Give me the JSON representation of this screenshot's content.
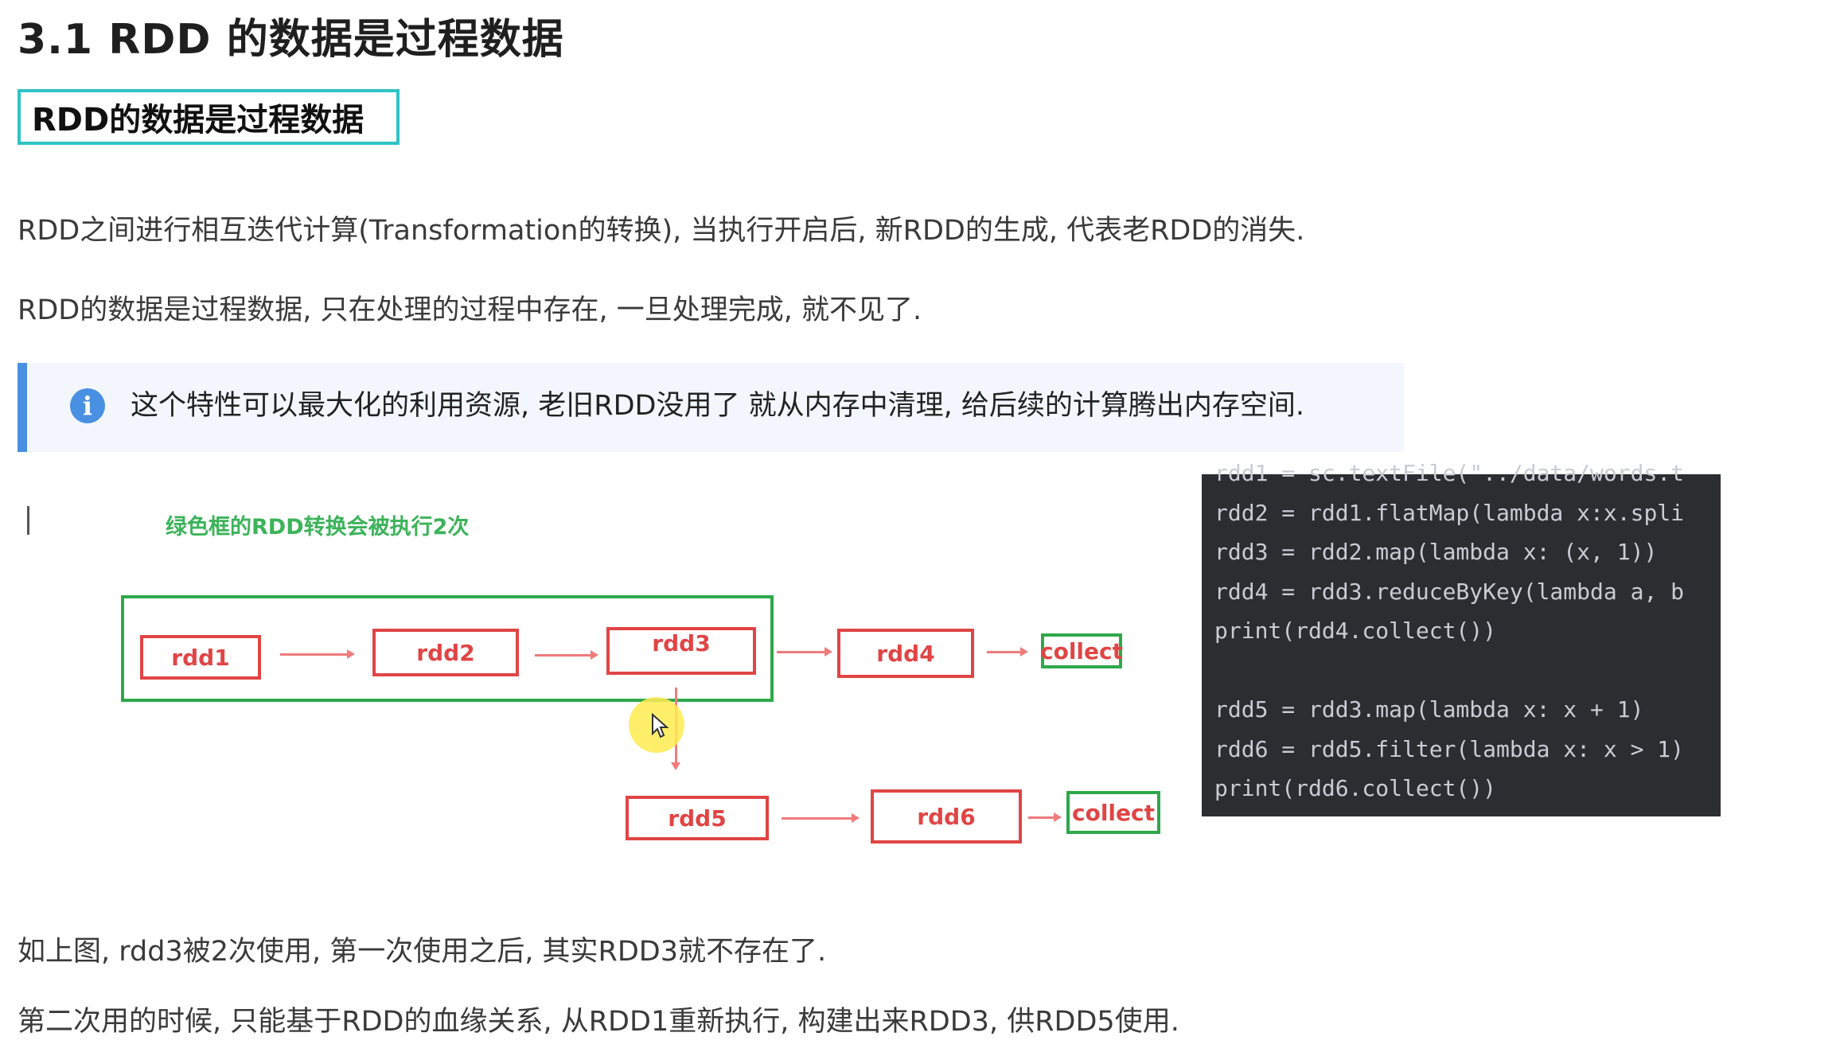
{
  "heading": "3.1 RDD 的数据是过程数据",
  "title_box": "RDD的数据是过程数据",
  "paragraphs": [
    "RDD之间进行相互迭代计算(Transformation的转换), 当执行开启后, 新RDD的生成, 代表老RDD的消失.",
    "RDD的数据是过程数据, 只在处理的过程中存在, 一旦处理完成, 就不见了."
  ],
  "callout": {
    "icon": "info-icon",
    "text": "这个特性可以最大化的利用资源, 老旧RDD没用了 就从内存中清理, 给后续的计算腾出内存空间."
  },
  "diagram": {
    "note": "绿色框的RDD转换会被执行2次",
    "nodes": {
      "rdd1": "rdd1",
      "rdd2": "rdd2",
      "rdd3": "rdd3",
      "rdd4": "rdd4",
      "rdd5": "rdd5",
      "rdd6": "rdd6",
      "collect_top": "collect",
      "collect_bottom": "collect"
    },
    "colors": {
      "rdd_border": "#e04545",
      "green_frame": "#2ea84a",
      "arrow": "#ef7b7b"
    }
  },
  "code": {
    "lines": [
      "rdd1 = sc.textFile(\"../data/words.t",
      "rdd2 = rdd1.flatMap(lambda x:x.spli",
      "rdd3 = rdd2.map(lambda x: (x, 1))",
      "rdd4 = rdd3.reduceByKey(lambda a, b",
      "print(rdd4.collect())",
      "",
      "rdd5 = rdd3.map(lambda x: x + 1)",
      "rdd6 = rdd5.filter(lambda x: x > 1)",
      "print(rdd6.collect())"
    ]
  },
  "after_paragraphs": [
    "如上图, rdd3被2次使用, 第一次使用之后, 其实RDD3就不存在了.",
    "第二次用的时候, 只能基于RDD的血缘关系, 从RDD1重新执行, 构建出来RDD3, 供RDD5使用."
  ]
}
